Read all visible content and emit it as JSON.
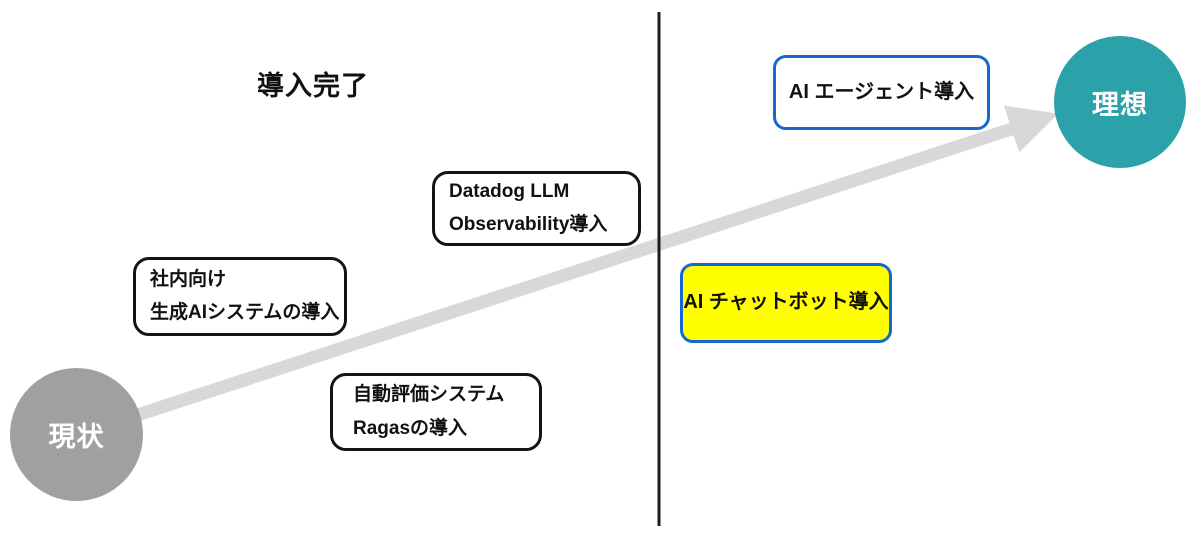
{
  "title": "導入完了",
  "nodes": {
    "current": {
      "label": "現状"
    },
    "ideal": {
      "label": "理想"
    }
  },
  "milestones": [
    {
      "id": "internal-genai",
      "style": "black-outline",
      "lines": [
        "社内向け",
        "生成AIシステムの導入"
      ]
    },
    {
      "id": "datadog-llm",
      "style": "black-outline",
      "lines": [
        "Datadog LLM",
        "Observability導入"
      ]
    },
    {
      "id": "ragas",
      "style": "black-outline",
      "lines": [
        "自動評価システム",
        "Ragasの導入"
      ]
    },
    {
      "id": "ai-agent",
      "style": "blue-outline",
      "lines": [
        "AI エージェント導入"
      ]
    },
    {
      "id": "ai-chatbot",
      "style": "blue-outline-yellow",
      "lines": [
        "AI チャットボット導入"
      ]
    }
  ],
  "colors": {
    "text": "#111111",
    "current_circle": "#A0A0A0",
    "ideal_circle": "#2BA2A9",
    "arrow": "#D8D8D8",
    "divider": "#1C1C1C",
    "box_border_black": "#141414",
    "box_border_blue": "#1667D2",
    "highlight_yellow": "#FFFF00",
    "circle_text": "#FFFFFF"
  }
}
